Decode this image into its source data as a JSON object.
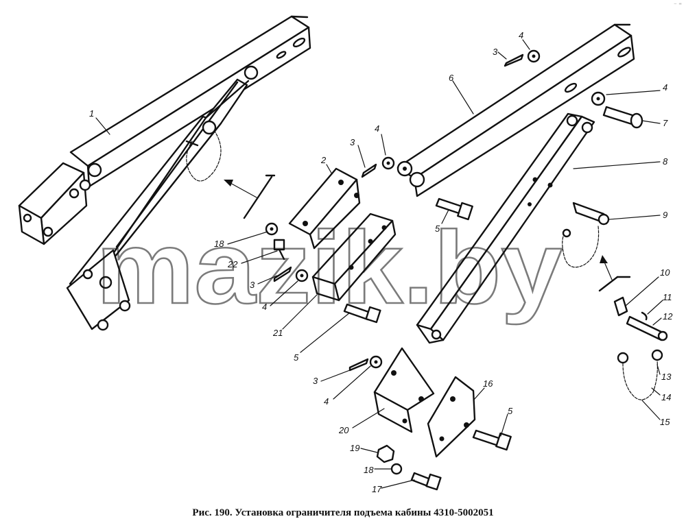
{
  "figure": {
    "caption": "Рис. 190. Установка ограничителя подъема кабины 4310-5002051",
    "watermark": "mazik.by",
    "corner_mark": "⁻ ⁼",
    "callouts": [
      "1",
      "2",
      "3",
      "4",
      "5",
      "6",
      "7",
      "8",
      "9",
      "10",
      "11",
      "12",
      "13",
      "14",
      "15",
      "16",
      "17",
      "18",
      "19",
      "20",
      "21",
      "22"
    ]
  },
  "labels": [
    {
      "id": "l1",
      "text": "1"
    },
    {
      "id": "l2",
      "text": "2"
    },
    {
      "id": "l3a",
      "text": "3"
    },
    {
      "id": "l4a",
      "text": "4"
    },
    {
      "id": "l6",
      "text": "6"
    },
    {
      "id": "l4b",
      "text": "4"
    },
    {
      "id": "l7",
      "text": "7"
    },
    {
      "id": "l8",
      "text": "8"
    },
    {
      "id": "l9",
      "text": "9"
    },
    {
      "id": "l10",
      "text": "10"
    },
    {
      "id": "l11",
      "text": "11"
    },
    {
      "id": "l12",
      "text": "12"
    },
    {
      "id": "l13",
      "text": "13"
    },
    {
      "id": "l14",
      "text": "14"
    },
    {
      "id": "l15",
      "text": "15"
    },
    {
      "id": "l16",
      "text": "16"
    },
    {
      "id": "l5a",
      "text": "5"
    },
    {
      "id": "l5b",
      "text": "5"
    },
    {
      "id": "l5c",
      "text": "5"
    },
    {
      "id": "l3b",
      "text": "3"
    },
    {
      "id": "l4c",
      "text": "4"
    },
    {
      "id": "l18a",
      "text": "18"
    },
    {
      "id": "l22",
      "text": "22"
    },
    {
      "id": "l3c",
      "text": "3"
    },
    {
      "id": "l4d",
      "text": "4"
    },
    {
      "id": "l21",
      "text": "21"
    },
    {
      "id": "l3d",
      "text": "3"
    },
    {
      "id": "l4e",
      "text": "4"
    },
    {
      "id": "l20",
      "text": "20"
    },
    {
      "id": "l19",
      "text": "19"
    },
    {
      "id": "l18b",
      "text": "18"
    },
    {
      "id": "l17",
      "text": "17"
    }
  ]
}
